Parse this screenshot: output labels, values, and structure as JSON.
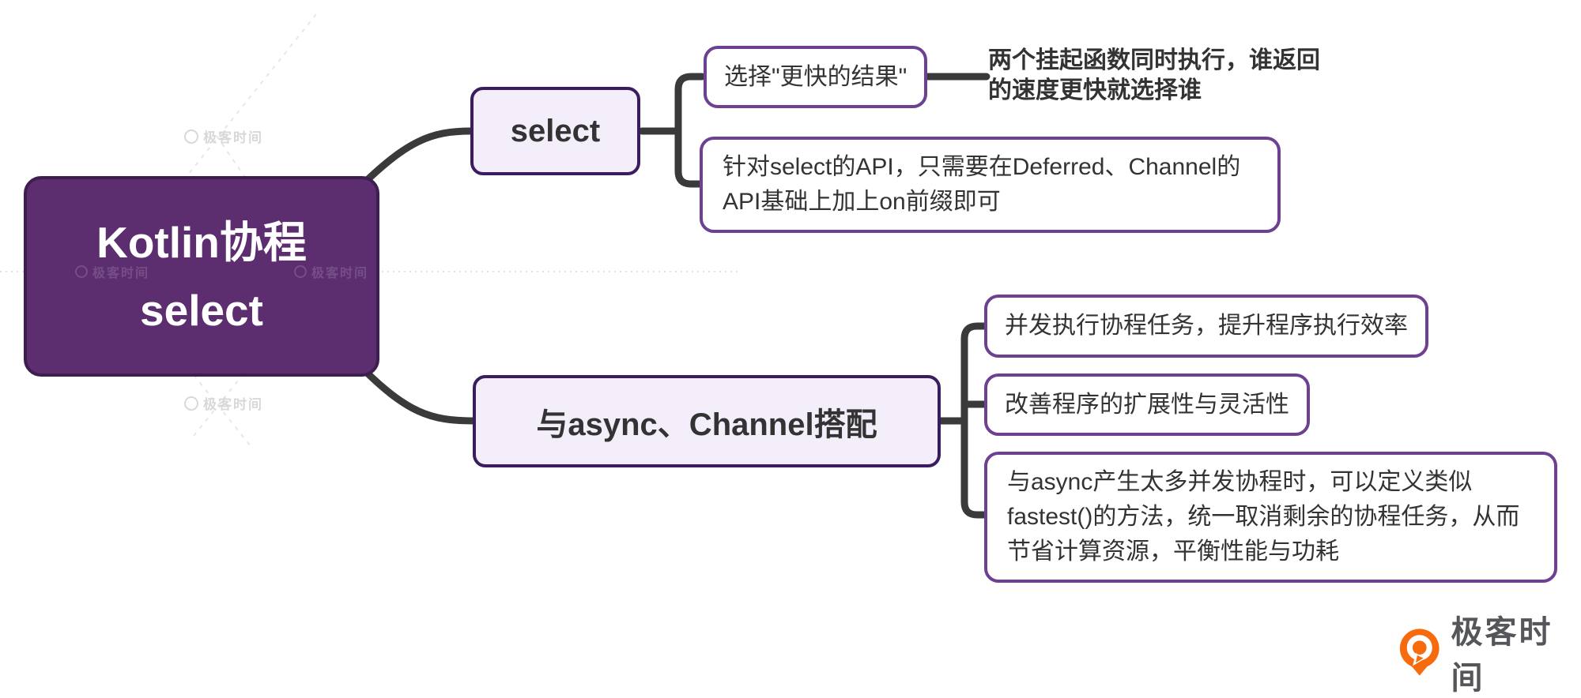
{
  "mindmap": {
    "root": {
      "title_line1": "Kotlin协程",
      "title_line2": "select"
    },
    "branch_select": {
      "label": "select",
      "leaf_choose_faster": "选择\"更快的结果\"",
      "note_two_functions": "两个挂起函数同时执行，谁返回的速度更快就选择谁",
      "leaf_api": "针对select的API，只需要在Deferred、Channel的API基础上加上on前缀即可"
    },
    "branch_combo": {
      "label": "与async、Channel搭配",
      "leaf_concurrency": "并发执行协程任务，提升程序执行效率",
      "leaf_flexibility": "改善程序的扩展性与灵活性",
      "leaf_fastest": "与async产生太多并发协程时，可以定义类似fastest()的方法，统一取消剩余的协程任务，从而节省计算资源，平衡性能与功耗"
    }
  },
  "watermark": {
    "brand": "极客时间"
  },
  "footer_logo": {
    "brand": "极客时间"
  },
  "colors": {
    "root_fill": "#5C2D6F",
    "root_border": "#3E1D4F",
    "branch_fill": "#F4EDFA",
    "branch_border": "#3A1D5E",
    "leaf_border": "#6E4092",
    "connector": "#3A3A3A",
    "text": "#333333",
    "watermark_gray": "#D8D8D8",
    "logo_orange": "#F76B0F",
    "logo_text_gray": "#55565A"
  }
}
